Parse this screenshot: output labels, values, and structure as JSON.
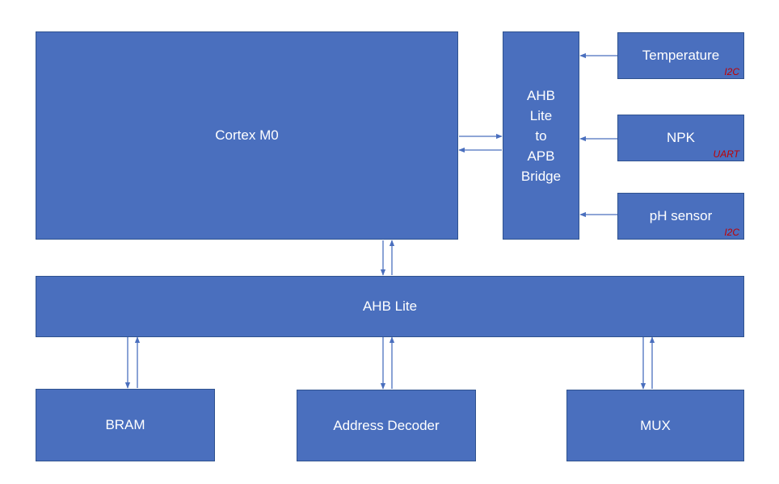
{
  "blocks": {
    "cortex": "Cortex M0",
    "bridge_lines": [
      "AHB",
      "Lite",
      "to",
      "APB",
      "Bridge"
    ],
    "temperature": {
      "label": "Temperature",
      "bus": "I2C"
    },
    "npk": {
      "label": "NPK",
      "bus": "UART"
    },
    "ph": {
      "label": "pH sensor",
      "bus": "I2C"
    },
    "ahb_lite": "AHB Lite",
    "bram": "BRAM",
    "address_decoder": "Address Decoder",
    "mux": "MUX"
  },
  "colors": {
    "block_fill": "#4a6fbe",
    "block_border": "#2f528f",
    "arrow": "#4a6fbe",
    "bus_tag": "#c00000"
  }
}
